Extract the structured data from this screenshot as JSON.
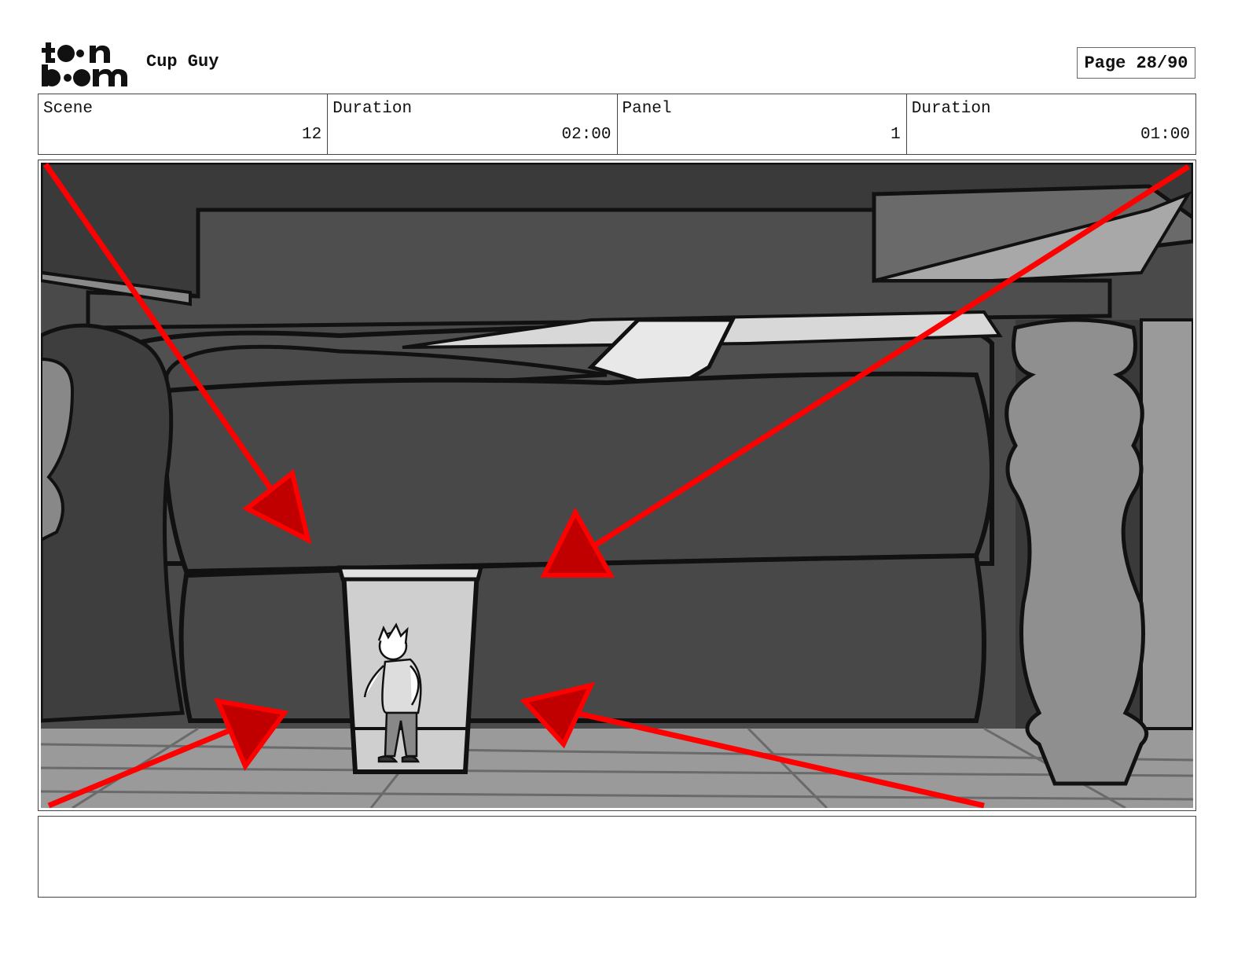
{
  "header": {
    "logo_text": "toon boom",
    "project_title": "Cup Guy",
    "page_label": "Page 28/90"
  },
  "info": {
    "scene_label": "Scene",
    "scene_value": "12",
    "scene_duration_label": "Duration",
    "scene_duration_value": "02:00",
    "panel_label": "Panel",
    "panel_value": "1",
    "panel_duration_label": "Duration",
    "panel_duration_value": "01:00"
  },
  "panel_image": {
    "description_icon": "storyboard-drawing",
    "arrow_color": "#ff0000",
    "arrow_head_color": "#c00000"
  },
  "notes": {
    "text": ""
  }
}
